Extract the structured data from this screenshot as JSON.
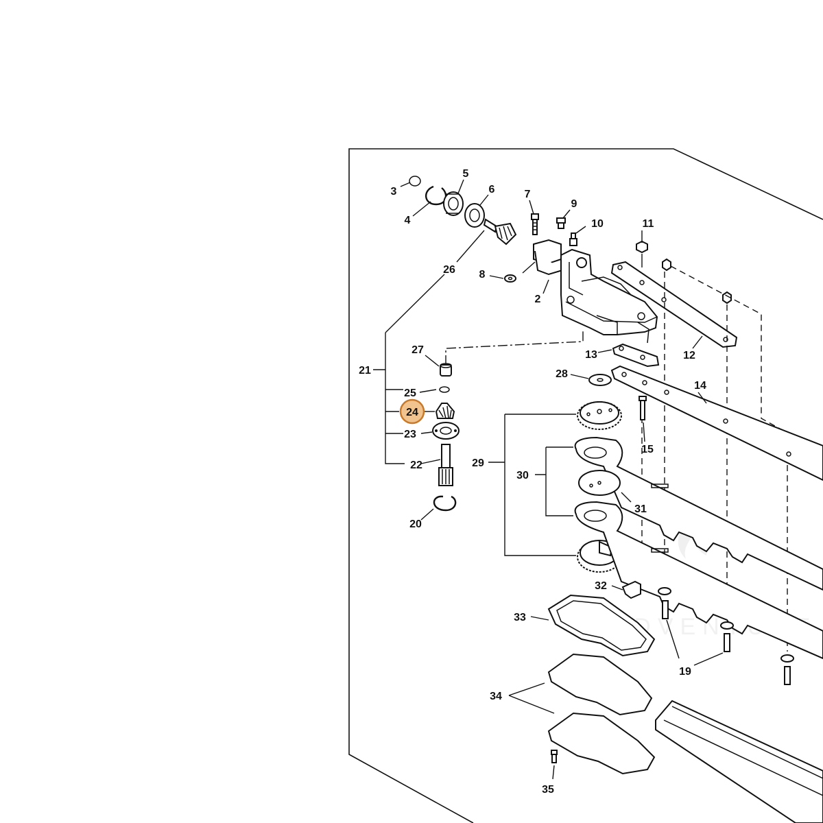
{
  "diagram": {
    "highlight_color": "#f0c38f",
    "highlight_border": "#c8792a",
    "watermark": "LEADVENTURE",
    "labels": {
      "p2": "2",
      "p3": "3",
      "p4": "4",
      "p5": "5",
      "p6": "6",
      "p7": "7",
      "p8": "8",
      "p9": "9",
      "p10": "10",
      "p11": "11",
      "p12": "12",
      "p13": "13",
      "p14": "14",
      "p15": "15",
      "p19": "19",
      "p20": "20",
      "p21": "21",
      "p22": "22",
      "p23": "23",
      "p24": "24",
      "p25": "25",
      "p26": "26",
      "p27": "27",
      "p28": "28",
      "p29": "29",
      "p30": "30",
      "p31": "31",
      "p32": "32",
      "p33": "33",
      "p34": "34",
      "p35": "35"
    }
  }
}
